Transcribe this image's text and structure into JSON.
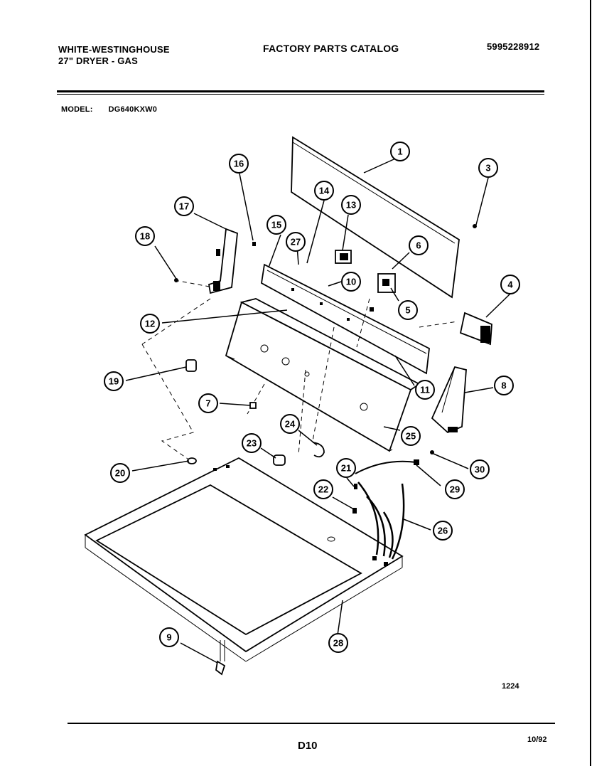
{
  "header": {
    "manufacturer": "WHITE-WESTINGHOUSE",
    "product": "27\" DRYER - GAS",
    "catalog_title": "FACTORY PARTS CATALOG",
    "part_number": "5995228912"
  },
  "model": {
    "label": "MODEL:",
    "value": "DG640KXW0"
  },
  "diagram": {
    "callouts": [
      {
        "id": "1",
        "label": "1"
      },
      {
        "id": "3",
        "label": "3"
      },
      {
        "id": "4",
        "label": "4"
      },
      {
        "id": "5",
        "label": "5"
      },
      {
        "id": "6",
        "label": "6"
      },
      {
        "id": "7",
        "label": "7"
      },
      {
        "id": "8",
        "label": "8"
      },
      {
        "id": "9",
        "label": "9"
      },
      {
        "id": "10",
        "label": "10"
      },
      {
        "id": "11",
        "label": "11"
      },
      {
        "id": "12",
        "label": "12"
      },
      {
        "id": "13",
        "label": "13"
      },
      {
        "id": "14",
        "label": "14"
      },
      {
        "id": "15",
        "label": "15"
      },
      {
        "id": "16",
        "label": "16"
      },
      {
        "id": "17",
        "label": "17"
      },
      {
        "id": "18",
        "label": "18"
      },
      {
        "id": "19",
        "label": "19"
      },
      {
        "id": "20",
        "label": "20"
      },
      {
        "id": "21",
        "label": "21"
      },
      {
        "id": "22",
        "label": "22"
      },
      {
        "id": "23",
        "label": "23"
      },
      {
        "id": "24",
        "label": "24"
      },
      {
        "id": "25",
        "label": "25"
      },
      {
        "id": "26",
        "label": "26"
      },
      {
        "id": "27",
        "label": "27"
      },
      {
        "id": "28",
        "label": "28"
      },
      {
        "id": "29",
        "label": "29"
      },
      {
        "id": "30",
        "label": "30"
      }
    ]
  },
  "footer": {
    "drawing_code": "1224",
    "page": "D10",
    "date": "10/92"
  }
}
